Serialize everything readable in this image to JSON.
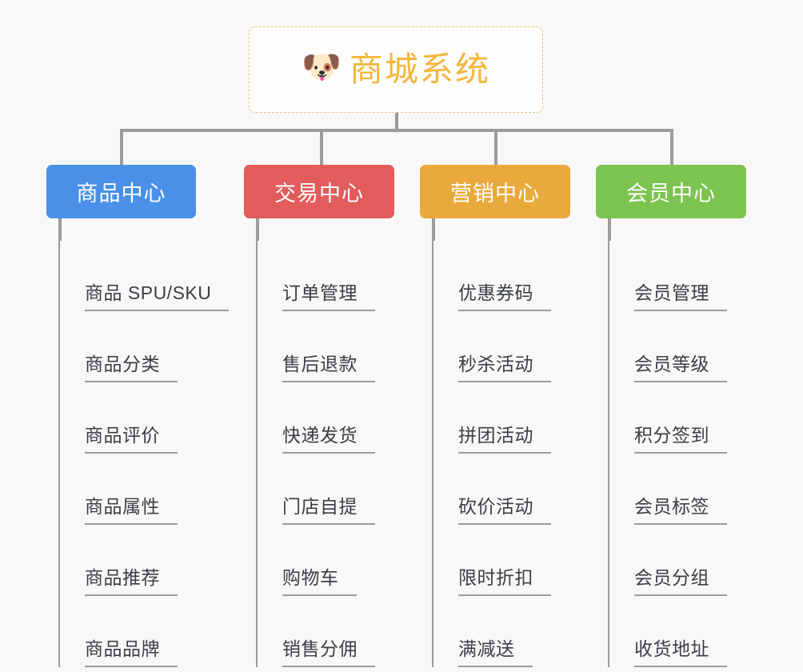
{
  "diagram": {
    "type": "org-tree",
    "background_color": "#f8f8f8",
    "connector_color": "#9b9b9b"
  },
  "root": {
    "title": "商城系统",
    "icon": "dog-face-emoji",
    "icon_glyph": "🐶",
    "text_color": "#f3b63c",
    "border_color": "#f0c070",
    "border_style": "dashed"
  },
  "categories": [
    {
      "label": "商品中心",
      "color": "#4a90e8",
      "items": [
        "商品 SPU/SKU",
        "商品分类",
        "商品评价",
        "商品属性",
        "商品推荐",
        "商品品牌"
      ]
    },
    {
      "label": "交易中心",
      "color": "#e25c5c",
      "items": [
        "订单管理",
        "售后退款",
        "快递发货",
        "门店自提",
        "购物车",
        "销售分佣"
      ]
    },
    {
      "label": "营销中心",
      "color": "#eaa93c",
      "items": [
        "优惠券码",
        "秒杀活动",
        "拼团活动",
        "砍价活动",
        "限时折扣",
        "满减送"
      ]
    },
    {
      "label": "会员中心",
      "color": "#7cc450",
      "items": [
        "会员管理",
        "会员等级",
        "积分签到",
        "会员标签",
        "会员分组",
        "收货地址"
      ]
    }
  ]
}
